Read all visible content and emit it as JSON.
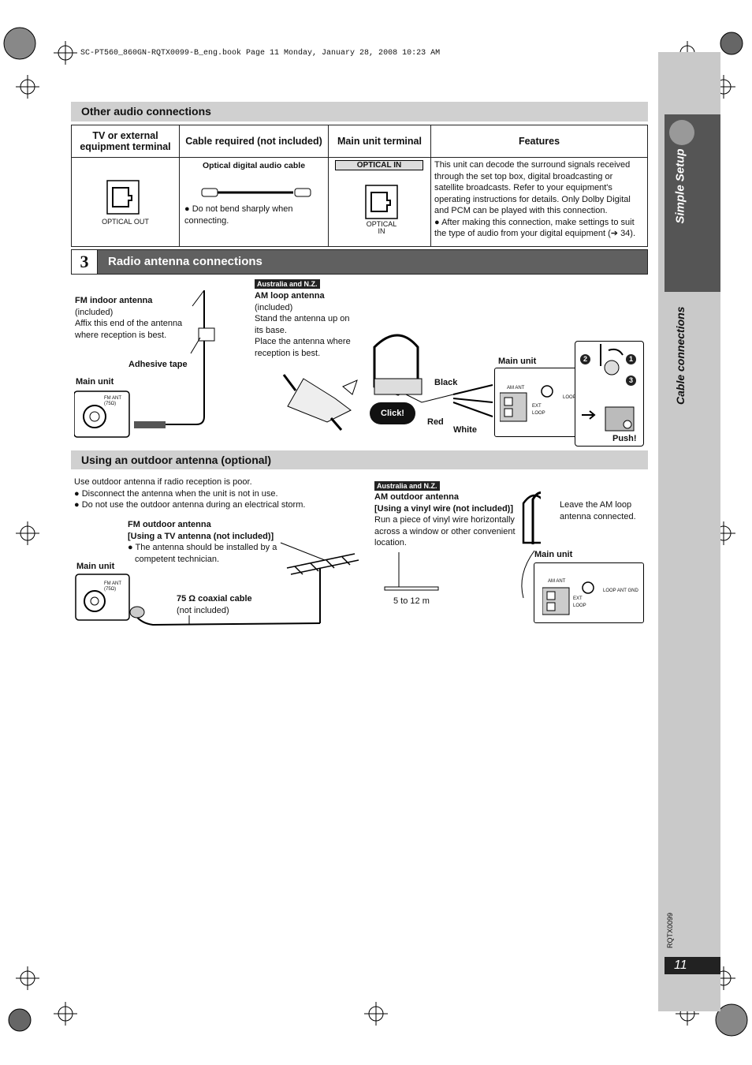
{
  "header": {
    "file_line": "SC-PT560_860GN-RQTX0099-B_eng.book  Page 11  Monday, January 28, 2008  10:23 AM"
  },
  "side": {
    "section": "Simple Setup",
    "subsection": "Cable connections",
    "code": "RQTX0099",
    "page": "11"
  },
  "other_audio": {
    "title": "Other audio connections",
    "headers": [
      "TV or external equipment terminal",
      "Cable required (not included)",
      "Main unit terminal",
      "Features"
    ],
    "tv_terminal": "OPTICAL OUT",
    "cable_title": "Optical digital audio cable",
    "cable_note": "Do not bend sharply when connecting.",
    "main_unit_label": "OPTICAL  IN",
    "main_unit_port": "OPTICAL IN",
    "features": "This unit can decode the surround signals received through the set top box, digital broadcasting or satellite broadcasts. Refer to your equipment's operating instructions for details. Only Dolby Digital and PCM can be played with this connection.",
    "features_bullet": "After making this connection, make settings to suit the type of audio from your digital equipment (➔ 34)."
  },
  "radio": {
    "step": "3",
    "title": "Radio antenna connections",
    "fm_indoor_title": "FM indoor antenna",
    "fm_indoor_included": "(included)",
    "fm_indoor_note1": "Affix this end of the antenna",
    "fm_indoor_note2": "where reception is best.",
    "adhesive": "Adhesive tape",
    "main_unit": "Main unit",
    "fm_ant": "FM ANT (75Ω)",
    "region": "Australia and N.Z.",
    "am_loop_title": "AM loop antenna",
    "am_loop_included": "(included)",
    "am_loop_line1": "Stand the antenna up on",
    "am_loop_line2": "its base.",
    "am_loop_line3": "Place the antenna where",
    "am_loop_line4": "reception is best.",
    "click": "Click!",
    "black": "Black",
    "red": "Red",
    "white": "White",
    "am_main_unit": "Main unit",
    "am_ant": "AM ANT",
    "loop_ant_gnd": "LOOP ANT GND",
    "ext_loop": "EXT LOOP",
    "push": "Push!",
    "n1": "1",
    "n2": "2",
    "n3": "3"
  },
  "outdoor": {
    "title": "Using an outdoor antenna (optional)",
    "intro": "Use outdoor antenna if radio reception is poor.",
    "bullet1": "Disconnect the antenna when the unit is not in use.",
    "bullet2": "Do not use the outdoor antenna during an electrical storm.",
    "fm_title": "FM outdoor antenna",
    "fm_sub": "[Using a TV antenna (not included)]",
    "fm_note1": "The antenna should be installed by a",
    "fm_note2": "competent technician.",
    "main_unit": "Main unit",
    "fm_ant": "FM ANT (75Ω)",
    "coax": "75 Ω coaxial cable",
    "coax_sub": "(not included)",
    "region": "Australia and N.Z.",
    "am_title": "AM outdoor antenna",
    "am_sub": "[Using a vinyl wire (not included)]",
    "am_l1": "Run a piece of vinyl wire horizontally",
    "am_l2": "across a window or other convenient",
    "am_l3": "location.",
    "leave1": "Leave the AM loop",
    "leave2": "antenna connected.",
    "am_main_unit": "Main unit",
    "am_ant": "AM ANT",
    "loop_ant_gnd": "LOOP ANT GND",
    "ext_loop": "EXT LOOP",
    "length": "5 to 12 m"
  }
}
